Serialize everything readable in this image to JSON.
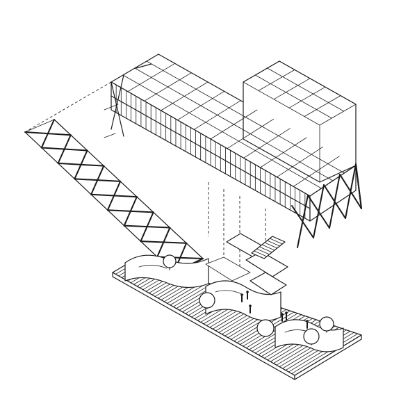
{
  "drawing": {
    "type": "exploded axonometric architectural drawing",
    "components": [
      "upper-floor-block",
      "diagrid-facade-left",
      "diagrid-facade-right",
      "ground-plinth",
      "landscape-mounds",
      "central-stair",
      "trees",
      "human-figures",
      "projection-lines"
    ],
    "colors": {
      "ink": "#1a1a1a",
      "paper": "#ffffff"
    }
  }
}
